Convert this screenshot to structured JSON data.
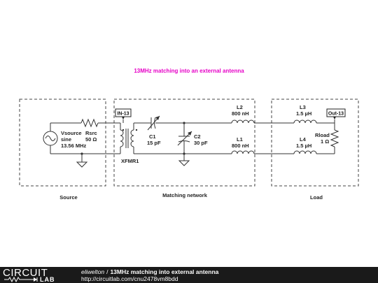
{
  "diagram": {
    "title": "13MHz matching into an external antenna",
    "title_color": "#e600c7",
    "regions": [
      {
        "id": "source",
        "label": "Source"
      },
      {
        "id": "matching",
        "label": "Matching network"
      },
      {
        "id": "load",
        "label": "Load"
      }
    ],
    "components": {
      "vsource": {
        "name": "Vsource",
        "type": "sine",
        "value": "13.56 MHz"
      },
      "rsrc": {
        "name": "Rsrc",
        "value": "50 Ω"
      },
      "xfmr": {
        "name": "XFMR1"
      },
      "c1": {
        "name": "C1",
        "value": "15 pF"
      },
      "c2": {
        "name": "C2",
        "value": "30 pF"
      },
      "l1": {
        "name": "L1",
        "value": "800 nH"
      },
      "l2": {
        "name": "L2",
        "value": "800 nH"
      },
      "l3": {
        "name": "L3",
        "value": "1.5 µH"
      },
      "l4": {
        "name": "L4",
        "value": "1.5 µH"
      },
      "rload": {
        "name": "Rload",
        "value": "1 Ω"
      }
    },
    "ports": {
      "in": "IN-13",
      "out": "Out-13"
    }
  },
  "footer": {
    "logo_main": "CIRCUIT",
    "logo_sub": "LAB",
    "author": "eliwelton",
    "separator": "/",
    "title": "13MHz matching into external antenna",
    "url": "http://circuitlab.com/cnu2478vm8bdd"
  }
}
